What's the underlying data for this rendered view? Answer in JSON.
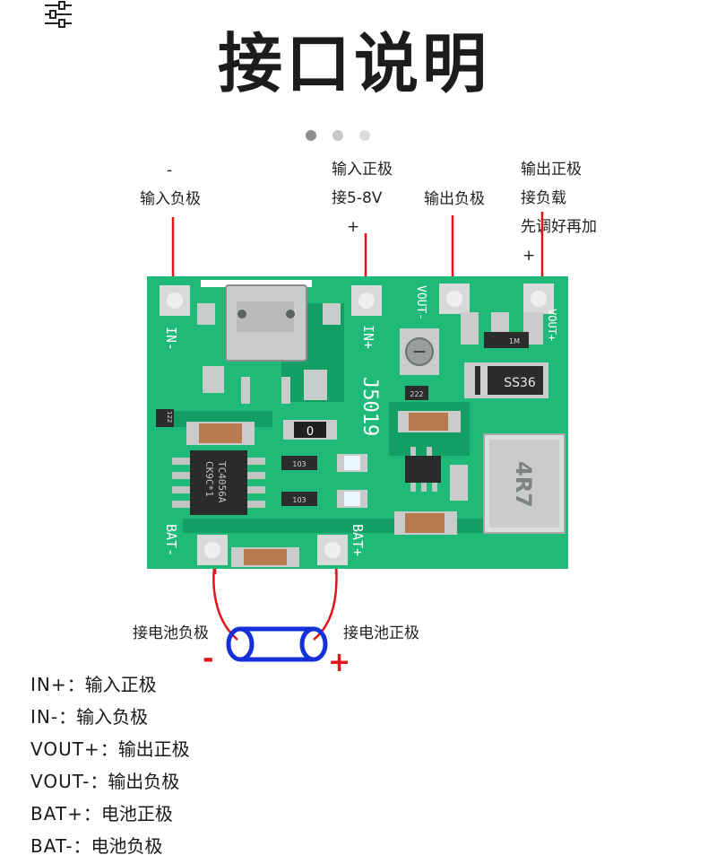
{
  "title": "接口说明",
  "carousel": {
    "count": 3,
    "active": 0
  },
  "annotations": {
    "in_minus": {
      "sign": "-",
      "text": "输入负极"
    },
    "in_plus": {
      "line1": "输入正极",
      "line2": "接5-8V",
      "sign": "+"
    },
    "vout_minus": {
      "text": "输出负极"
    },
    "vout_plus": {
      "line1": "输出正极",
      "line2": "接负载",
      "line3": "先调好再加",
      "sign": "+"
    },
    "bat_minus": {
      "text": "接电池负极"
    },
    "bat_plus": {
      "text": "接电池正极"
    }
  },
  "board": {
    "silk": {
      "in_minus": "IN-",
      "in_plus": "IN+",
      "model": "J5019",
      "vout_minus": "VOUT-",
      "vout_plus": "VOUT+",
      "bat_minus": "BAT-",
      "bat_plus": "BAT+"
    },
    "chips": {
      "main_line1": "TC4056A",
      "main_line2": "CK9C*1",
      "diode": "SS36",
      "inductor": "4R7",
      "r_122": "122",
      "r_222": "222",
      "r_103a": "103",
      "r_103b": "103",
      "r_1m": "1M",
      "cap_0": "0"
    }
  },
  "battery": {
    "minus_sign": "-",
    "plus_sign": "+"
  },
  "legend": [
    {
      "code": "IN+",
      "sep": "：",
      "text": "输入正极"
    },
    {
      "code": "IN-",
      "sep": "：",
      "text": "输入负极"
    },
    {
      "code": "VOUT+",
      "sep": "：",
      "text": "输出正极"
    },
    {
      "code": "VOUT-",
      "sep": "：",
      "text": "输出负极"
    },
    {
      "code": "BAT+",
      "sep": "：",
      "text": "电池正极"
    },
    {
      "code": "BAT-",
      "sep": "：",
      "text": "电池负极"
    }
  ],
  "colors": {
    "pcb": "#1fb978",
    "pcb_dark": "#0f8f57",
    "arrow": "#e0141a",
    "battery_outline": "#1530d8",
    "text": "#1a1a1a",
    "dot_active": "#8e8e8e"
  }
}
